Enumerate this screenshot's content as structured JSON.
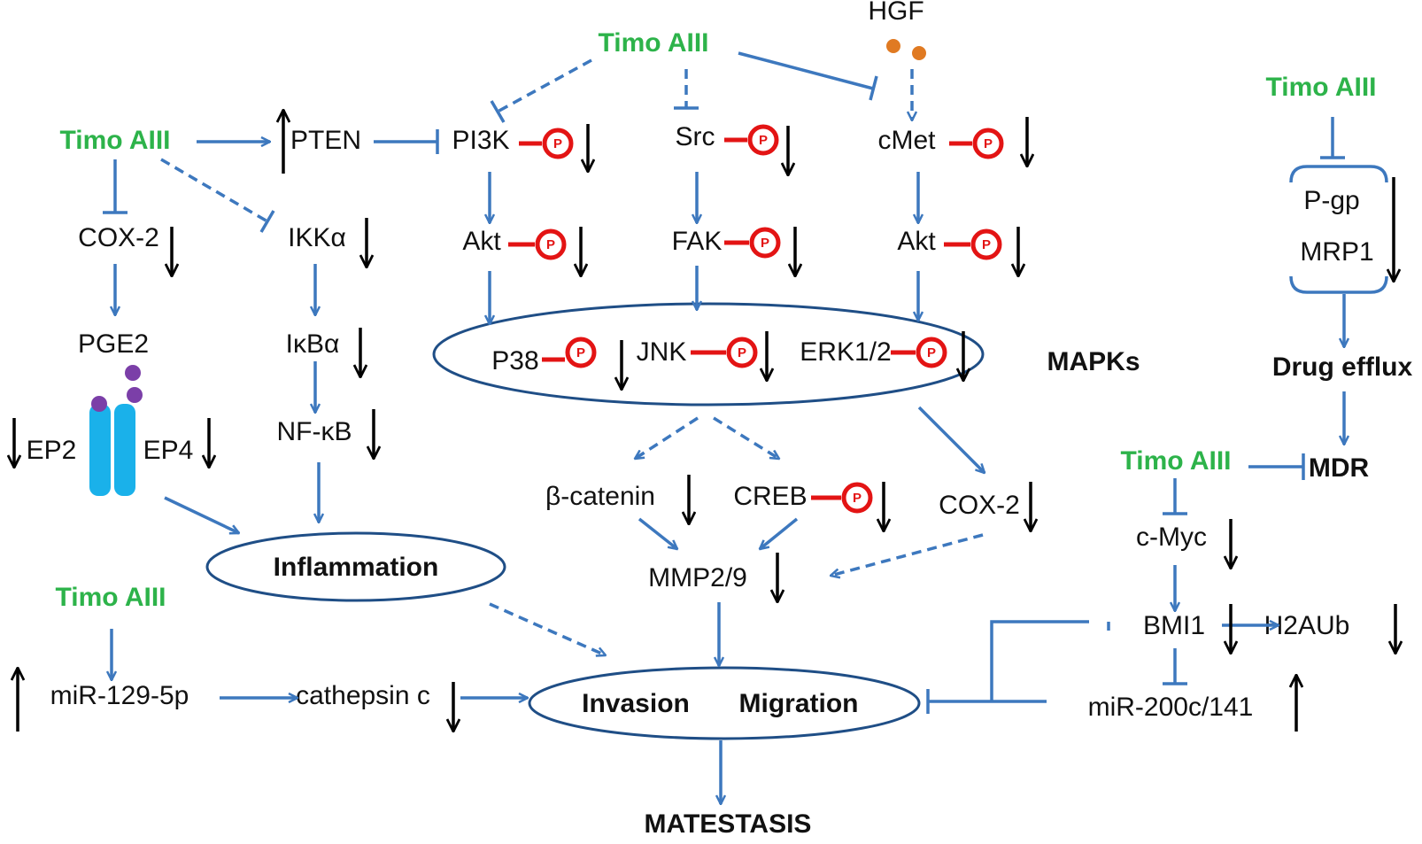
{
  "labels": {
    "timo_top": "Timo AIII",
    "timo_left": "Timo AIII",
    "timo_right": "Timo AIII",
    "timo_mdr": "Timo AIII",
    "timo_bottom": "Timo AIII",
    "hgf": "HGF",
    "pten": "PTEN",
    "pi3k": "PI3K",
    "src": "Src",
    "cmet": "cMet",
    "akt_left": "Akt",
    "fak": "FAK",
    "akt_right": "Akt",
    "cox2_left": "COX-2",
    "ikka": "IKKα",
    "pge2": "PGE2",
    "ikba": "IκBα",
    "nfkb": "NF-κB",
    "ep2": "EP2",
    "ep4": "EP4",
    "p38": "P38",
    "jnk": "JNK",
    "erk": "ERK1/2",
    "mapks": "MAPKs",
    "bcatenin": "β-catenin",
    "creb": "CREB",
    "cox2_right": "COX-2",
    "mmp": "MMP2/9",
    "inflammation": "Inflammation",
    "mir129": "miR-129-5p",
    "cathepsin": "cathepsin c",
    "invasion": "Invasion",
    "migration": "Migration",
    "metastasis": "MATESTASIS",
    "pgp": "P-gp",
    "mrp1": "MRP1",
    "drug_efflux": "Drug efflux",
    "mdr": "MDR",
    "cmyc": "c-Myc",
    "bmi1": "BMI1",
    "h2aub": "H2AUb",
    "mir200": "miR-200c/141",
    "phospho": "P"
  },
  "colors": {
    "edge": "#3d78be",
    "drug": "#2db34a",
    "phospho": "#e31414",
    "oval": "#1f4e86",
    "ligand": "#7b3fa8",
    "hgf": "#e07a22",
    "receptor": "#1ab1ea"
  }
}
